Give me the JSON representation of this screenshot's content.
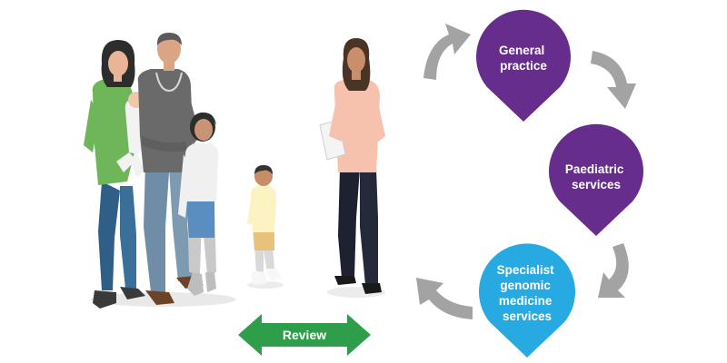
{
  "colors": {
    "purple": "#662d8c",
    "blue": "#27a9e1",
    "green": "#2e9e4a",
    "arrow_grey": "#a3a3a3"
  },
  "pins": [
    {
      "name": "pin-general-practice",
      "lines": [
        "General",
        "practice"
      ],
      "color": "#662d8c"
    },
    {
      "name": "pin-paediatric-services",
      "lines": [
        "Paediatric",
        "services"
      ],
      "color": "#662d8c"
    },
    {
      "name": "pin-specialist-genomic",
      "lines": [
        "Specialist",
        "genomic",
        "medicine",
        "services"
      ],
      "color": "#27a9e1"
    }
  ],
  "review": {
    "label": "Review"
  }
}
